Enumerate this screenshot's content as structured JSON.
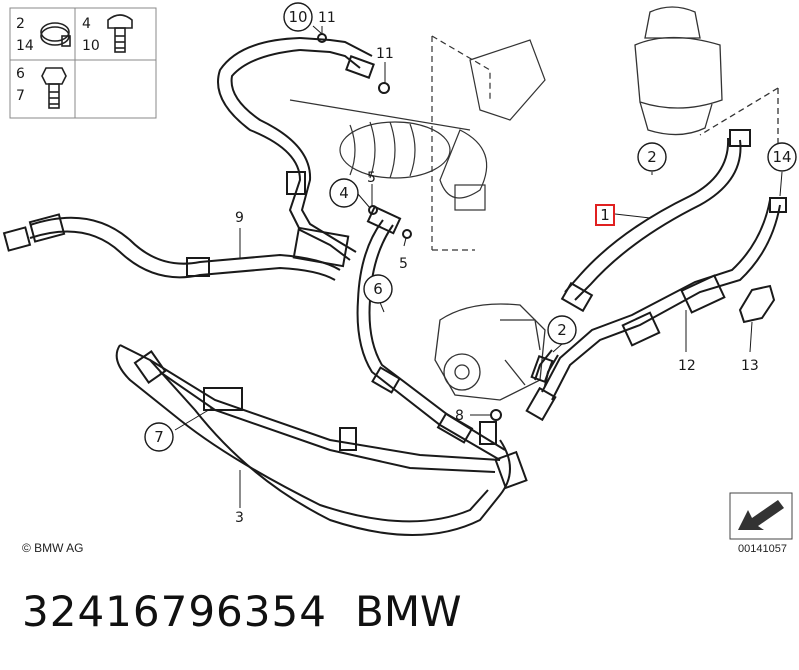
{
  "legend": {
    "row1_left": [
      "2",
      "14"
    ],
    "row1_right": [
      "4",
      "10"
    ],
    "row2_left": [
      "6",
      "7"
    ]
  },
  "callouts": {
    "c10": "10",
    "c11a": "11",
    "c11b": "11",
    "c4": "4",
    "c5a": "5",
    "c5b": "5",
    "c9": "9",
    "c6": "6",
    "c7": "7",
    "c3": "3",
    "c8": "8",
    "c2a": "2",
    "c2b": "2",
    "c1": "1",
    "c14": "14",
    "c12": "12",
    "c13": "13"
  },
  "footer": {
    "copyright": "© BMW AG",
    "diagram_code": "00141057",
    "part_number": "32416796354",
    "brand": "BMW"
  },
  "colors": {
    "highlight": "#e02020",
    "line": "#1a1a1a"
  }
}
